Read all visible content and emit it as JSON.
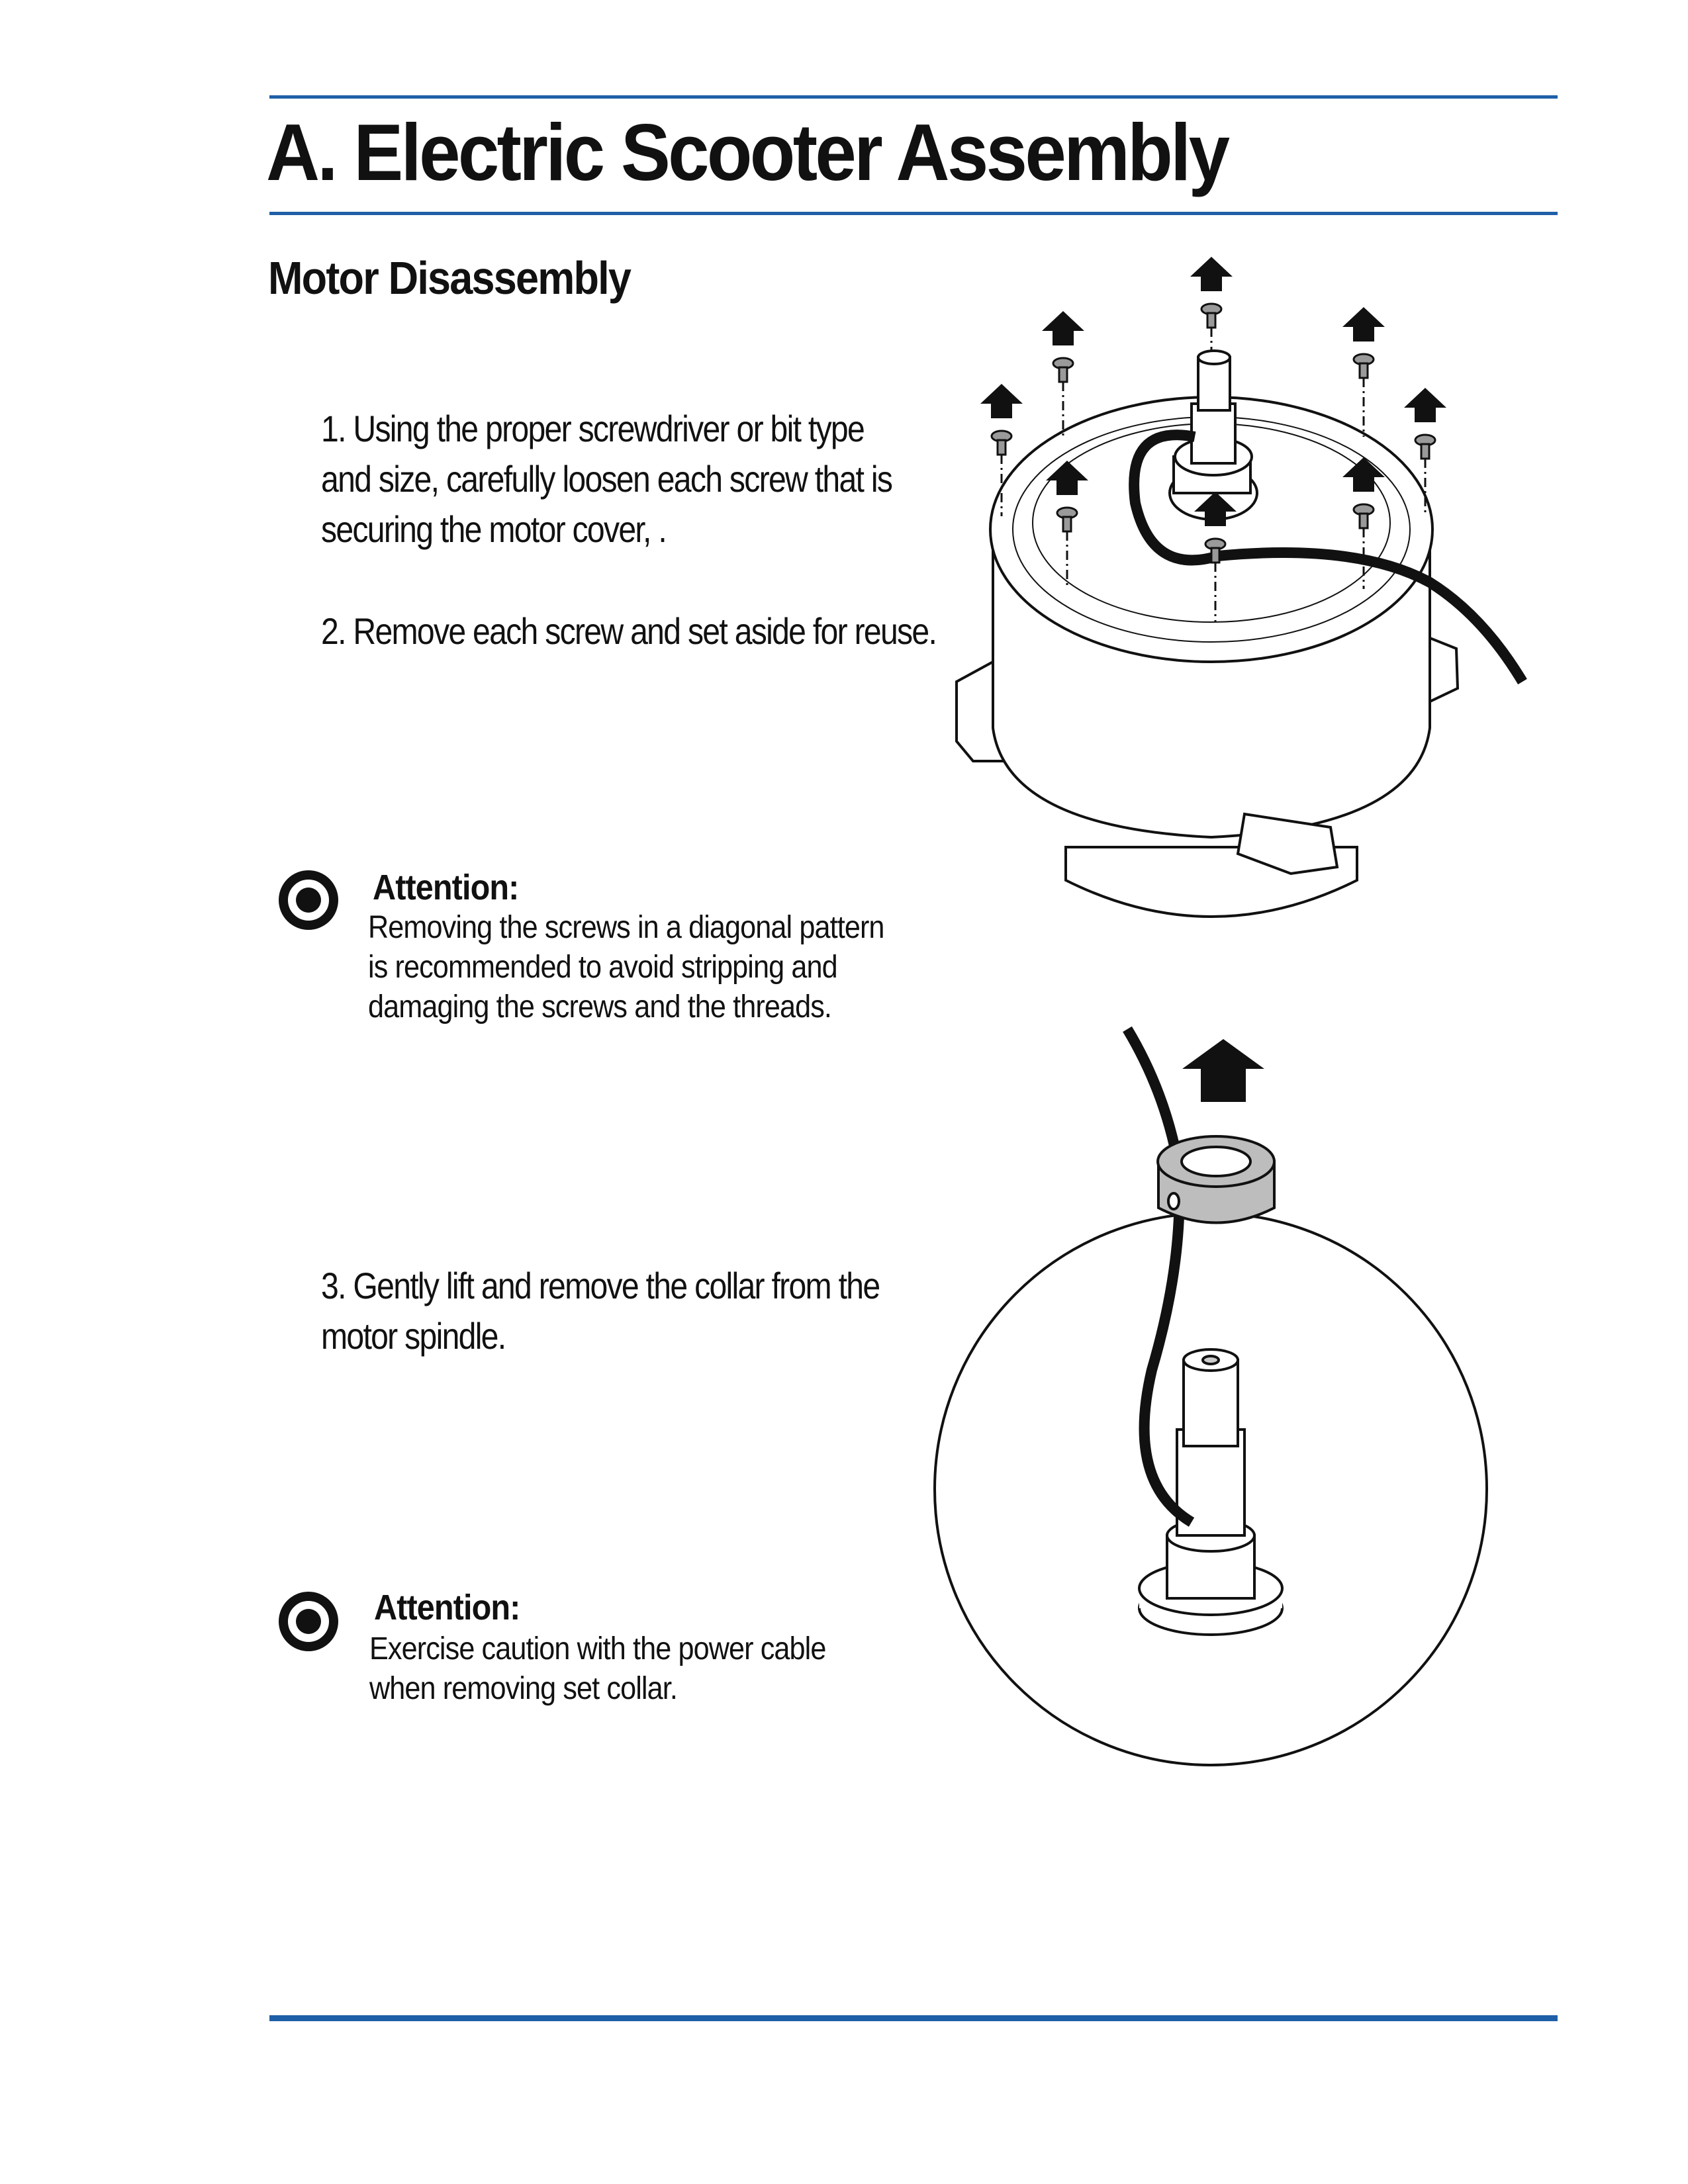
{
  "header": {
    "title": "A. Electric Scooter Assembly"
  },
  "section": {
    "title": "Motor Disassembly"
  },
  "steps": [
    {
      "lines": [
        "1. Using the proper screwdriver or bit type",
        "and size, carefully loosen each screw that is",
        "securing the motor cover, ."
      ]
    },
    {
      "lines": [
        "2.   Remove each screw and set aside for reuse."
      ]
    },
    {
      "lines": [
        "3. Gently lift and remove the collar from the",
        "motor spindle."
      ]
    }
  ],
  "notes": [
    {
      "label": "Attention:",
      "icon": "attention-icon",
      "lines": [
        "Removing the screws in a diagonal pattern",
        "is recommended to avoid stripping and",
        "damaging the screws and the threads."
      ]
    },
    {
      "label": "Attention:",
      "icon": "attention-icon",
      "lines": [
        "Exercise caution with the power cable",
        "when removing set collar."
      ]
    }
  ],
  "colors": {
    "rule": "#1f5fa8",
    "text": "#111111",
    "collar": "#bdbdbd"
  }
}
